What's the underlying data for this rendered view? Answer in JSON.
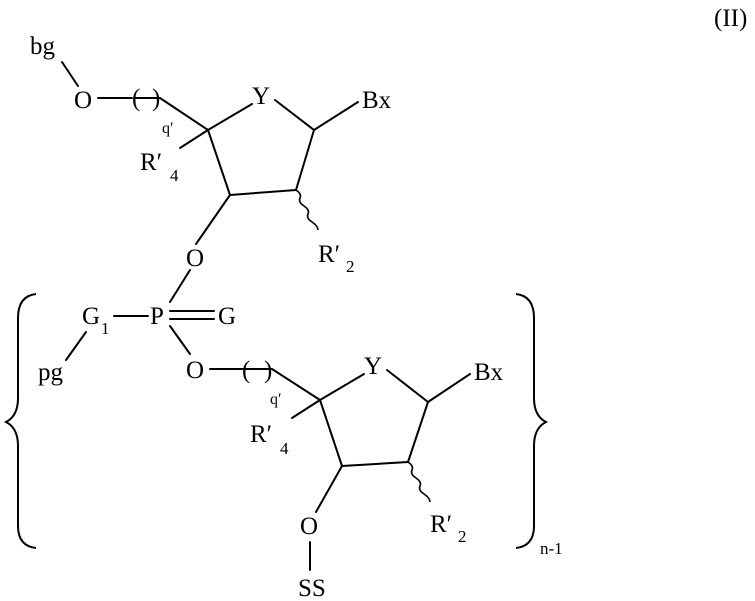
{
  "formula_number": "(II)",
  "labels": {
    "bg": "bg",
    "O": "O",
    "paren_open": "(",
    "paren_close": ")",
    "q_prime": "q′",
    "Y": "Y",
    "Bx": "Bx",
    "R4_main": "R′",
    "R4_sub": "4",
    "R2_main": "R′",
    "R2_sub": "2",
    "P": "P",
    "G": "G",
    "G1_main": "G",
    "G1_sub": "1",
    "pg": "pg",
    "SS": "SS",
    "repeat_sub": "n-1"
  }
}
